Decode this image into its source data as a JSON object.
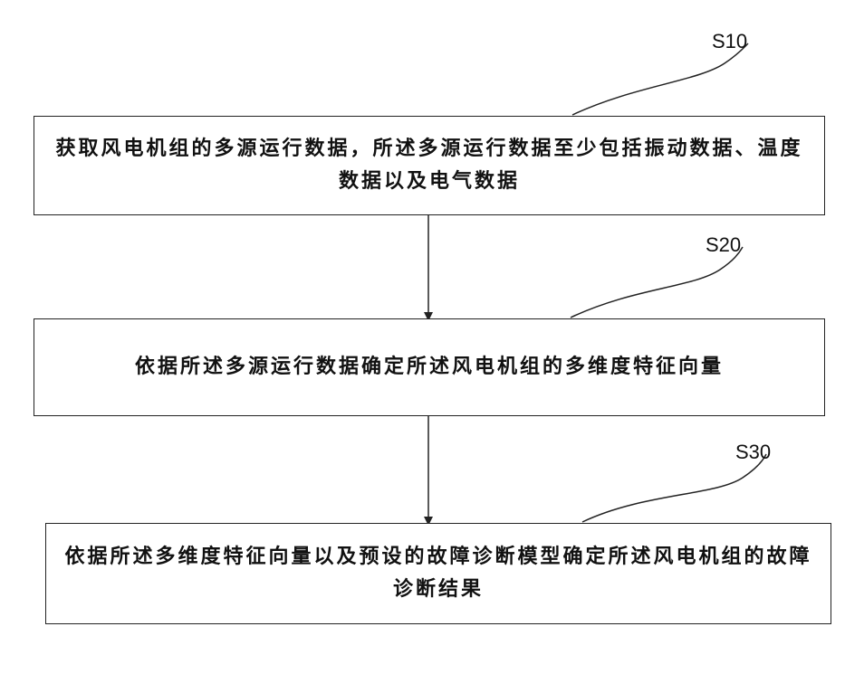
{
  "steps": [
    {
      "label": "S10",
      "text": "获取风电机组的多源运行数据，所述多源运行数据至少包括振动数据、温度数据以及电气数据"
    },
    {
      "label": "S20",
      "text": "依据所述多源运行数据确定所述风电机组的多维度特征向量"
    },
    {
      "label": "S30",
      "text": "依据所述多维度特征向量以及预设的故障诊断模型确定所述风电机组的故障诊断结果"
    }
  ],
  "colors": {
    "line": "#222222",
    "background": "#ffffff"
  }
}
